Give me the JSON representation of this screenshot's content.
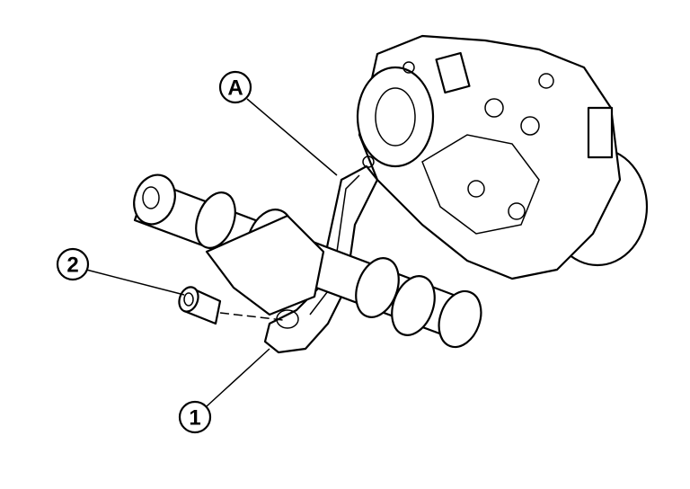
{
  "callouts": {
    "a": "A",
    "two": "2",
    "one": "1"
  },
  "colors": {
    "line": "#000000",
    "background": "#ffffff"
  }
}
